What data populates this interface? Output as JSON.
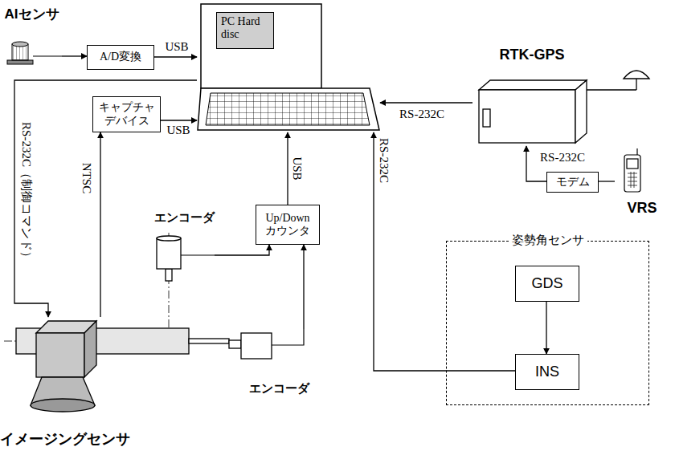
{
  "diagram": {
    "nodes": [
      {
        "text": [
          "AIセンサ"
        ]
      },
      {
        "text": [
          "A/D変換"
        ]
      },
      {
        "text": [
          "PC Hard disc"
        ]
      },
      {
        "text": [
          "RTK-GPS"
        ]
      },
      {
        "text": [
          "キャプチャ デバイス"
        ]
      },
      {
        "text": [
          "Up/Down カウンタ"
        ]
      },
      {
        "text": [
          "エンコーダ"
        ]
      },
      {
        "text": [
          "モデム"
        ]
      },
      {
        "text": [
          "VRS"
        ]
      },
      {
        "text": [
          "姿勢角センサ"
        ]
      },
      {
        "text": [
          "GDS"
        ],
        "in": 9
      },
      {
        "text": [
          "INS"
        ],
        "in": 9
      },
      {
        "text": [
          "エンコーダ"
        ]
      },
      {
        "text": [
          "イメージングセンサ"
        ]
      }
    ],
    "edges": [
      {
        "from": 0,
        "to": 1,
        "arrow": "to"
      },
      {
        "from": 1,
        "to": 2,
        "label": "USB",
        "arrow": "to"
      },
      {
        "from": 3,
        "to": 2,
        "label": "RS-232C",
        "arrow": "to"
      },
      {
        "from": 4,
        "to": 2,
        "label": "USB",
        "arrow": "to"
      },
      {
        "from": 2,
        "to": 13,
        "label": "RS-232C（制御コマンド）",
        "arrow": "to"
      },
      {
        "from": 13,
        "to": 4,
        "label": "NTSC",
        "arrow": "to"
      },
      {
        "from": 5,
        "to": 2,
        "label": "USB",
        "arrow": "to"
      },
      {
        "from": 6,
        "to": 5,
        "arrow": "to"
      },
      {
        "from": 12,
        "to": 5,
        "arrow": "to"
      },
      {
        "from": 11,
        "to": 2,
        "label": "RS-232C",
        "arrow": "to"
      },
      {
        "from": 7,
        "to": 3,
        "label": "RS-232C",
        "arrow": "to"
      },
      {
        "from": 8,
        "to": 7,
        "arrow": "none"
      },
      {
        "from": 10,
        "to": 11,
        "arrow": "to"
      }
    ]
  }
}
